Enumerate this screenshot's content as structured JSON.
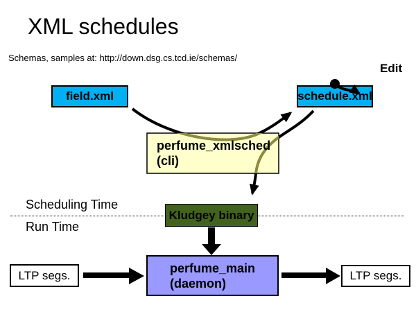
{
  "slide": {
    "title": "XML schedules",
    "subtitle": "Schemas, samples at: http://down.dsg.cs.tcd.ie/schemas/",
    "edit_label": "Edit"
  },
  "timeline": {
    "above_label": "Scheduling Time",
    "below_label": "Run Time"
  },
  "nodes": {
    "field_xml": {
      "label": "field.xml",
      "fill": "#00B0F0"
    },
    "schedule_xml": {
      "label": "schedule.xml",
      "fill": "#00B0F0"
    },
    "perfume_xmlsched": {
      "line1": "perfume_xmlsched",
      "line2": "(cli)",
      "fill": "#FFFFCC"
    },
    "kludgey_binary": {
      "label": "Kludgey binary",
      "fill": "#42631D"
    },
    "perfume_main": {
      "line1": "perfume_main",
      "line2": "(daemon)",
      "fill": "#9999FF"
    },
    "ltp_segs_left": {
      "label": "LTP segs.",
      "fill": "#FFFFFF"
    },
    "ltp_segs_right": {
      "label": "LTP segs.",
      "fill": "#FFFFFF"
    }
  },
  "edges": [
    {
      "from": "field.xml",
      "to": "schedule.xml",
      "type": "curved-arrow"
    },
    {
      "from": "schedule.xml",
      "to": "Kludgey binary",
      "type": "curved-arrow"
    },
    {
      "from": "Edit",
      "to": "schedule.xml",
      "type": "dot-arrow"
    },
    {
      "from": "Kludgey binary",
      "to": "perfume_main (daemon)",
      "type": "thick-arrow"
    },
    {
      "from": "LTP segs. (left)",
      "to": "perfume_main (daemon)",
      "type": "thick-arrow"
    },
    {
      "from": "perfume_main (daemon)",
      "to": "LTP segs. (right)",
      "type": "thick-arrow"
    }
  ],
  "colors": {
    "cyan_box": "#00B0F0",
    "yellow_box": "#FFFFCC",
    "green_box": "#42631D",
    "purple_box": "#9999FF",
    "arrow_black": "#000000",
    "arrow_under_yellow": "#8B8B40",
    "background": "#FFFFFF"
  }
}
